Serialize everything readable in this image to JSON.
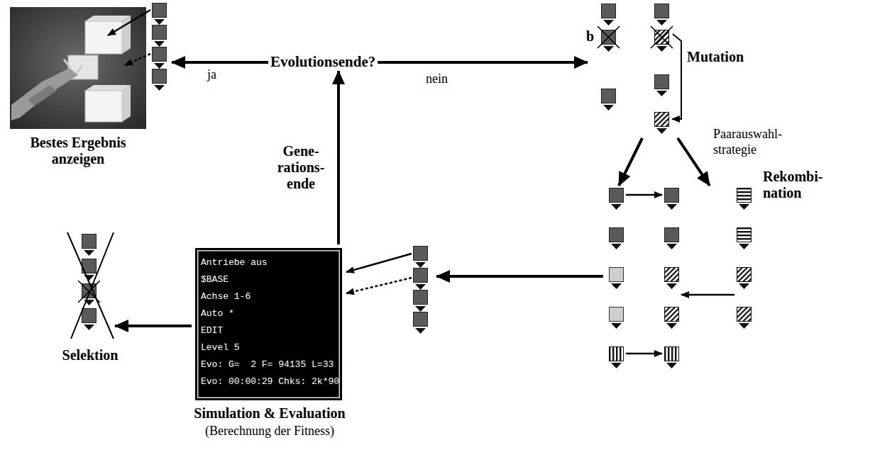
{
  "diagram": {
    "nodes": [
      {
        "text": [
          "Bestes Ergebnis anzeigen"
        ]
      },
      {
        "text": [
          "Evolutionsende?"
        ]
      },
      {
        "text": [
          "Mutation"
        ]
      },
      {
        "text": [
          "Rekombi- nation"
        ]
      },
      {
        "text": [
          "Antriebe aus",
          "$BASE",
          "Achse 1-6",
          "Auto *",
          "EDIT",
          "Level 5",
          "Evo: G=  2 F= 94135 L=33",
          "Evo: 00:00:29 Chks: 2k*90",
          "Simulation & Evaluation",
          "(Berechnung der Fitness)"
        ]
      },
      {
        "text": [
          "Selektion"
        ]
      }
    ],
    "edges": [
      {
        "from": 1,
        "to": 0,
        "arrow": "to",
        "label": "ja"
      },
      {
        "from": 1,
        "to": 2,
        "arrow": "to",
        "label": "nein"
      },
      {
        "from": 2,
        "to": 3,
        "arrow": "to"
      },
      {
        "from": 2,
        "to": 3,
        "arrow": "to"
      },
      {
        "from": 3,
        "to": 4,
        "arrow": "to"
      },
      {
        "from": 4,
        "to": 1,
        "arrow": "to",
        "label": "Gene- rations- ende"
      },
      {
        "from": 4,
        "to": 5,
        "arrow": "to"
      }
    ],
    "labels": [
      "b",
      "Paarauswahl- strategie"
    ]
  }
}
